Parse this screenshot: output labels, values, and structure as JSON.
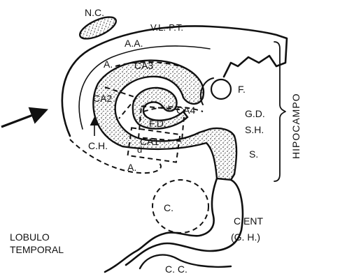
{
  "labels": {
    "nc": "N.C.",
    "vlpt": "V.L.-P.T.",
    "aa": "A.A.",
    "a_top": "A.",
    "ca3": "CA3",
    "ca2": "CA2",
    "ca4": "CA4",
    "f": "F.",
    "gd": "G.D.",
    "fd": "F.D.",
    "ca1": "CA1",
    "d": "d",
    "sh": "S.H.",
    "s": "S.",
    "ch": "C.H.",
    "a_bottom": "A.",
    "hipocampo": "HIPOCAMPO",
    "c": "C.",
    "cent": "C.ENT",
    "gh": "(G. H.)",
    "lobulo": "LOBULO",
    "temporal": "TEMPORAL",
    "cc": "C. C."
  }
}
